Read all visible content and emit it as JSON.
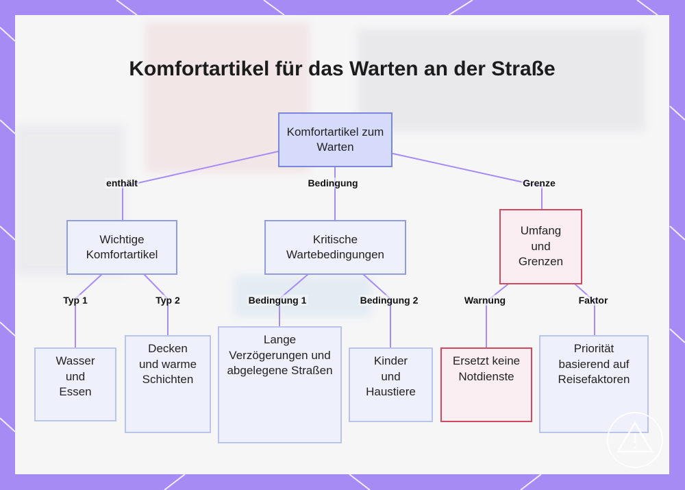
{
  "title": "Komfortartikel für das Warten an der Straße",
  "colors": {
    "frame": "#a78bf5",
    "edge": "#a78bf5",
    "node_fill": "#eef1fc",
    "node_border": "#b9c3ee",
    "root_fill": "#d6dbfc",
    "warning_border": "#d4485f",
    "warning_fill": "#fbeef3"
  },
  "nodes": {
    "root": "Komfortartikel zum Warten",
    "essentials": "Wichtige Komfortartikel",
    "conditions": "Kritische Wartebedingungen",
    "limits": "Umfang und Grenzen",
    "water_food": "Wasser und Essen",
    "blankets": "Decken und warme Schichten",
    "delays": "Lange Verzögerungen und abgelegene Straßen",
    "kids_pets": "Kinder und Haustiere",
    "no_emergency": "Ersetzt keine Notdienste",
    "priority": "Priorität basierend auf Reisefaktoren"
  },
  "edge_labels": {
    "contains": "enthält",
    "condition": "Bedingung",
    "limit": "Grenze",
    "type1": "Typ 1",
    "type2": "Typ 2",
    "condition1": "Bedingung 1",
    "condition2": "Bedingung 2",
    "warning": "Warnung",
    "factor": "Faktor"
  },
  "logo_icon": "warning-triangle-icon"
}
